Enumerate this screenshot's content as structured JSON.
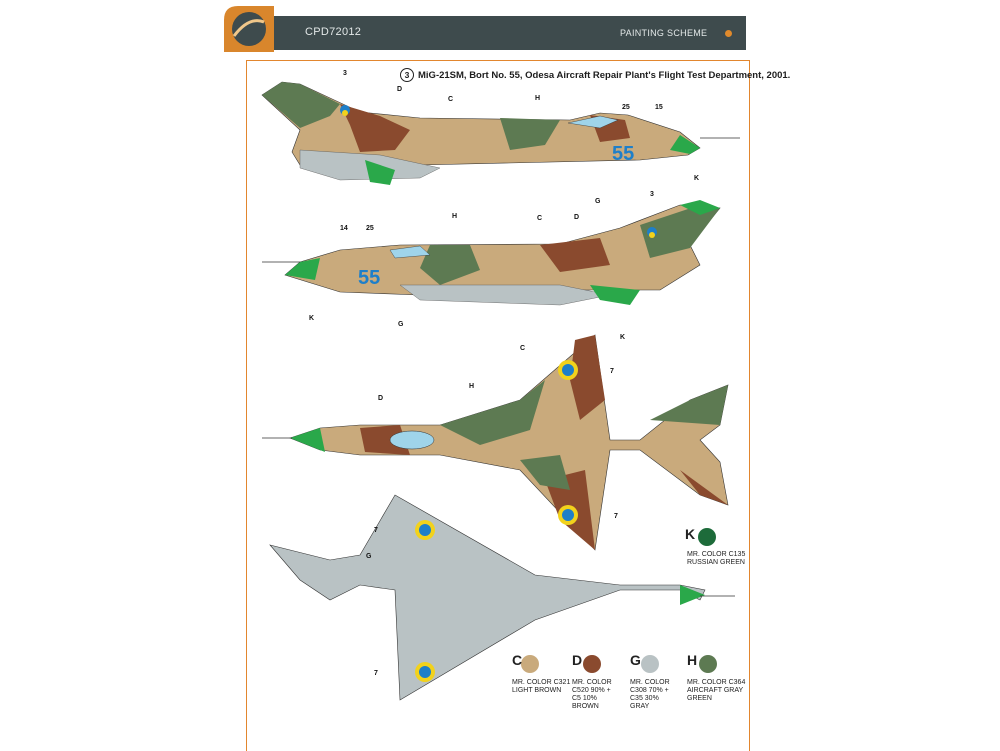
{
  "header": {
    "code": "CPD72012",
    "section": "PAINTING SCHEME"
  },
  "scheme": {
    "number": "3",
    "title": "MiG-21SM, Bort No. 55, Odesa Aircraft Repair Plant's Flight Test Department, 2001."
  },
  "callouts": {
    "c": "C",
    "d": "D",
    "g": "G",
    "h": "H",
    "k": "K",
    "n3": "3",
    "n7": "7",
    "n14": "14",
    "n15": "15",
    "n25": "25",
    "bort": "55"
  },
  "colors": {
    "k": {
      "letter": "K",
      "line1": "MR. COLOR C135",
      "line2": "RUSSIAN GREEN",
      "hex": "#1d6b3a"
    },
    "c": {
      "letter": "C",
      "line1": "MR. COLOR C321",
      "line2": "LIGHT BROWN",
      "hex": "#c9aa7c"
    },
    "d": {
      "letter": "D",
      "line1": "MR. COLOR",
      "line2": "C520 90% +",
      "line3": "C5 10%",
      "line4": "BROWN",
      "hex": "#8a4a2e"
    },
    "g": {
      "letter": "G",
      "line1": "MR. COLOR",
      "line2": "C308 70% +",
      "line3": "C35 30%",
      "line4": "GRAY",
      "hex": "#b9c2c4"
    },
    "h": {
      "letter": "H",
      "line1": "MR. COLOR C364",
      "line2": "AIRCRAFT GRAY",
      "line3": "GREEN",
      "hex": "#5d7a52"
    }
  },
  "palette": {
    "sand": "#c9aa7c",
    "brown": "#8a4a2e",
    "green": "#5d7a52",
    "nose": "#2aa84a",
    "gray": "#b9c2c4",
    "blue": "#1e7fc9",
    "yellow": "#f2d21c"
  }
}
